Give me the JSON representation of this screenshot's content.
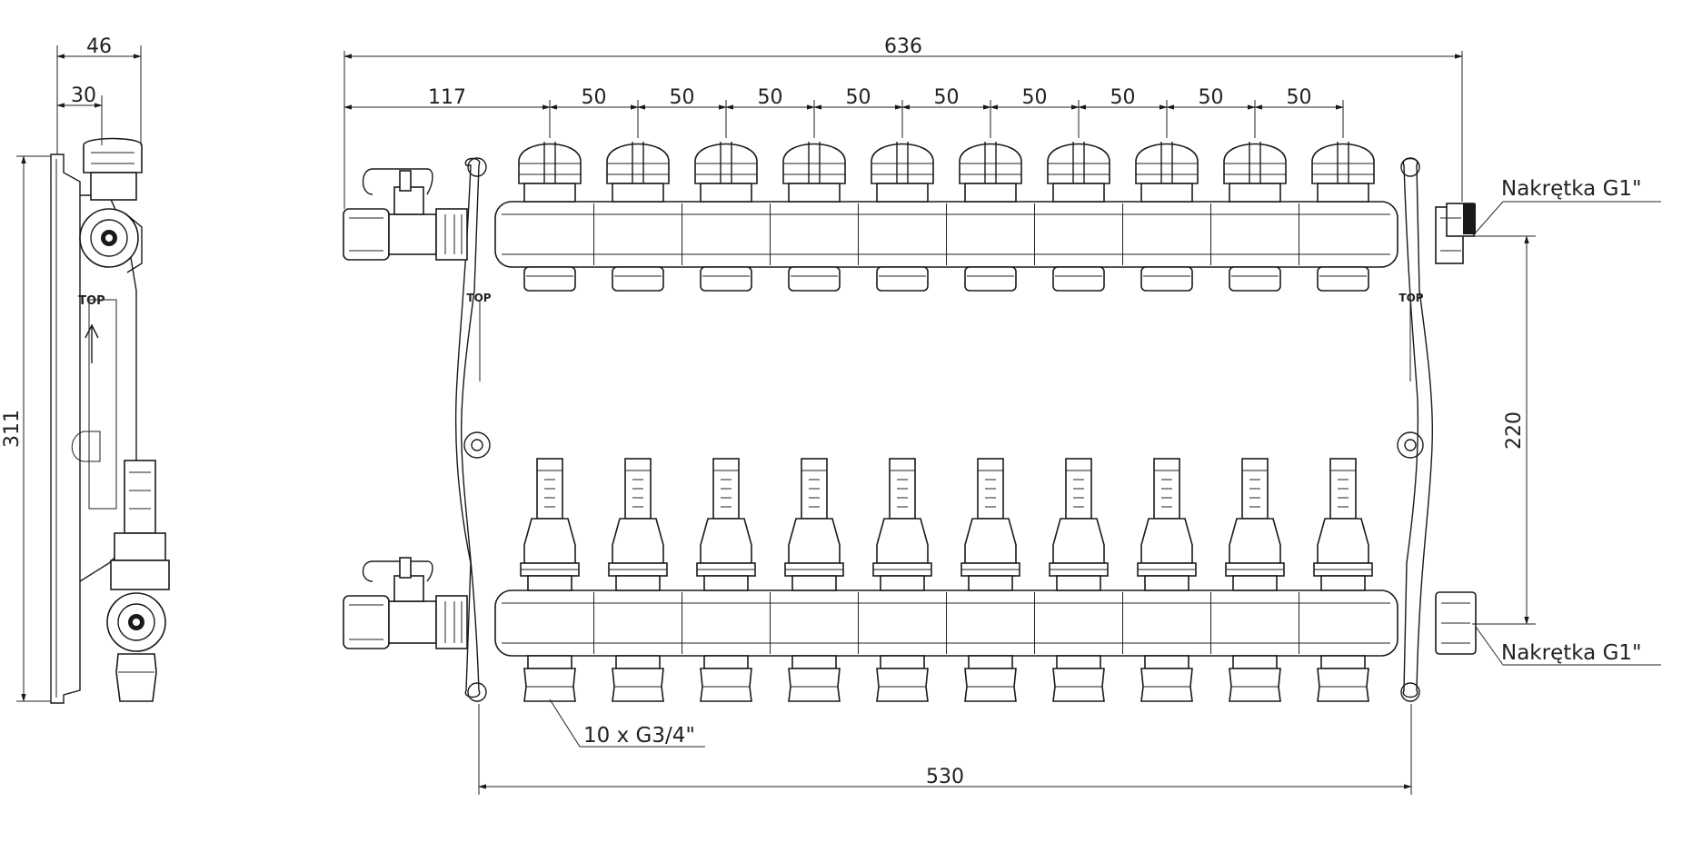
{
  "dimensions": {
    "side_width": "46",
    "side_depth": "30",
    "overall_height": "311",
    "overall_width": "636",
    "first_offset": "117",
    "spacing": [
      "50",
      "50",
      "50",
      "50",
      "50",
      "50",
      "50",
      "50",
      "50"
    ],
    "rail_spacing": "220",
    "mount_width": "530"
  },
  "labels": {
    "top_nut": "Nakrętka G1\"",
    "bottom_nut": "Nakrętka G1\"",
    "outlets": "10 x G3/4\"",
    "top_mark": "TOP"
  },
  "manifold": {
    "circuit_count": 10
  },
  "colors": {
    "line": "#1a1a1a",
    "background": "#ffffff"
  }
}
